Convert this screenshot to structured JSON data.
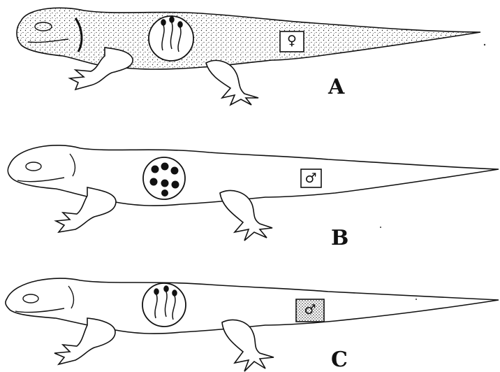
{
  "panels": [
    {
      "label": "A",
      "cell_type": "sperm",
      "gonad_symbol": "♀",
      "gonad_style": "plain",
      "skin": "stippled"
    },
    {
      "label": "B",
      "cell_type": "eggs",
      "gonad_symbol": "♂",
      "gonad_style": "plain",
      "skin": "plain"
    },
    {
      "label": "C",
      "cell_type": "sperm",
      "gonad_symbol": "♂",
      "gonad_style": "stippled",
      "skin": "plain"
    }
  ],
  "colors": {
    "ink": "#111111",
    "paper": "#ffffff"
  }
}
